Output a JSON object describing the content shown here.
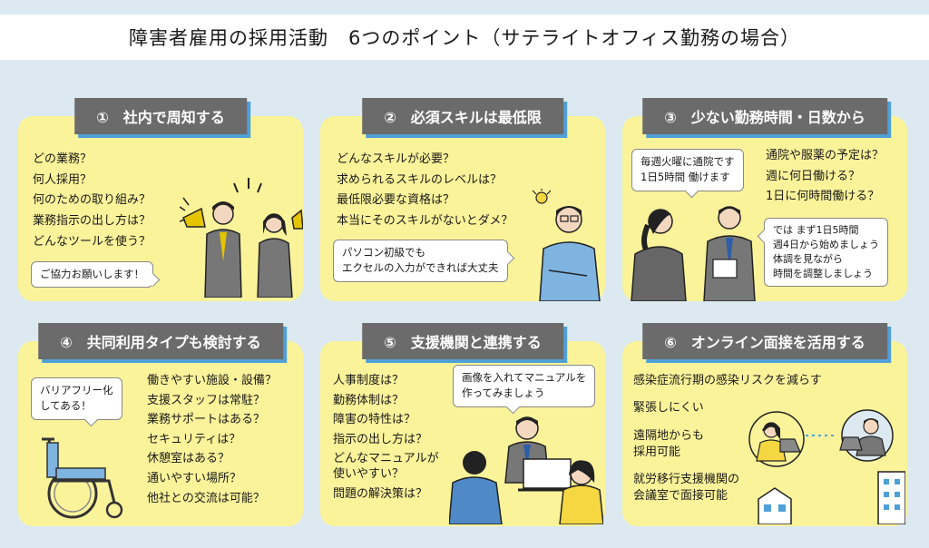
{
  "title": "障害者雇用の採用活動　6つのポイント（サテライトオフィス勤務の場合）",
  "cards": [
    {
      "header": "①　社内で周知する",
      "lines": [
        "どの業務？",
        "何人採用？",
        "何のための取り組み？",
        "業務指示の出し方は？",
        "どんなツールを使う？"
      ],
      "bubble": "ご協力お願いします！"
    },
    {
      "header": "②　必須スキルは最低限",
      "lines": [
        "どんなスキルが必要？",
        "求められるスキルのレベルは？",
        "最低限必要な資格は？",
        "本当にそのスキルがないとダメ？"
      ],
      "bubble_lines": [
        "パソコン初級でも",
        "エクセルの入力ができれば大丈夫"
      ]
    },
    {
      "header": "③　少ない勤務時間・日数から",
      "bubble1_lines": [
        "毎週火曜に通院です",
        "1日5時間 働けます"
      ],
      "lines": [
        "通院や服薬の予定は？",
        "週に何日働ける？",
        "1日に何時間働ける？"
      ],
      "bubble2_lines": [
        "では まず1日5時間",
        "週4日から始めましょう",
        "体調を見ながら",
        "時間を調整しましょう"
      ]
    },
    {
      "header": "④　共同利用タイプも検討する",
      "bubble_lines": [
        "バリアフリー化",
        "してある！"
      ],
      "lines": [
        "働きやすい施設・設備？",
        "支援スタッフは常駐？",
        "業務サポートはある？",
        "セキュリティは？",
        "休憩室はある？",
        "通いやすい場所？",
        "他社との交流は可能？"
      ]
    },
    {
      "header": "⑤　支援機関と連携する",
      "lines": [
        "人事制度は？",
        "勤務体制は？",
        "障害の特性は？",
        "指示の出し方は？",
        "どんなマニュアルが",
        "使いやすい？",
        "問題の解決策は？"
      ],
      "bubble_lines": [
        "画像を入れてマニュアルを",
        "作ってみましょう"
      ]
    },
    {
      "header": "⑥　オンライン面接を活用する",
      "lines": [
        "感染症流行期の感染リスクを減らす",
        "緊張しにくい",
        "遠隔地からも",
        "採用可能",
        "就労移行支援機関の",
        "会議室で面接可能"
      ]
    }
  ],
  "colors": {
    "background": "#dce9f1",
    "card": "#fbf39a",
    "header": "#6b6b6b",
    "header_shadow": "#4ea0d8"
  }
}
